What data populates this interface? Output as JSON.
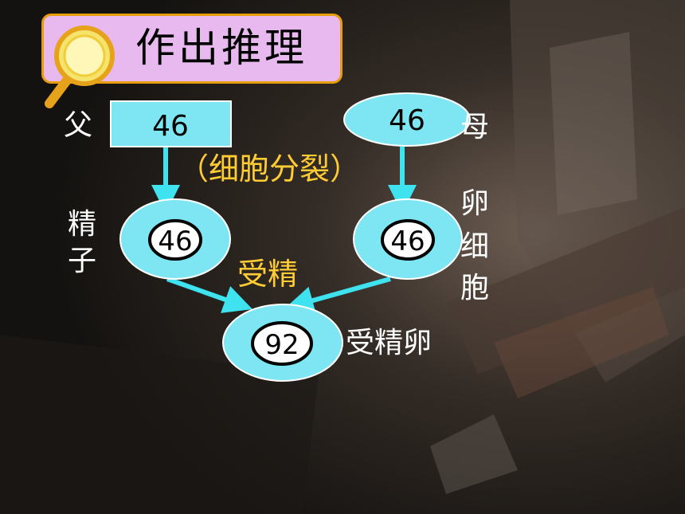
{
  "title": "作出推理",
  "labels": {
    "father": "父",
    "mother": "母",
    "sperm": [
      "精",
      "子"
    ],
    "egg": [
      "卵",
      "细",
      "胞"
    ],
    "zygote": "受精卵",
    "division": "（细胞分裂）",
    "fertilization": "受精"
  },
  "values": {
    "father": "46",
    "mother": "46",
    "sperm": "46",
    "egg": "46",
    "zygote": "92"
  },
  "colors": {
    "shape_fill": "#7ee6f2",
    "arrow": "#3fe3ef",
    "title_bg": "#e8b9ef",
    "title_border": "#e59d0b",
    "highlight_text": "#ffcc33"
  },
  "icons": [
    "magnifier-icon"
  ]
}
